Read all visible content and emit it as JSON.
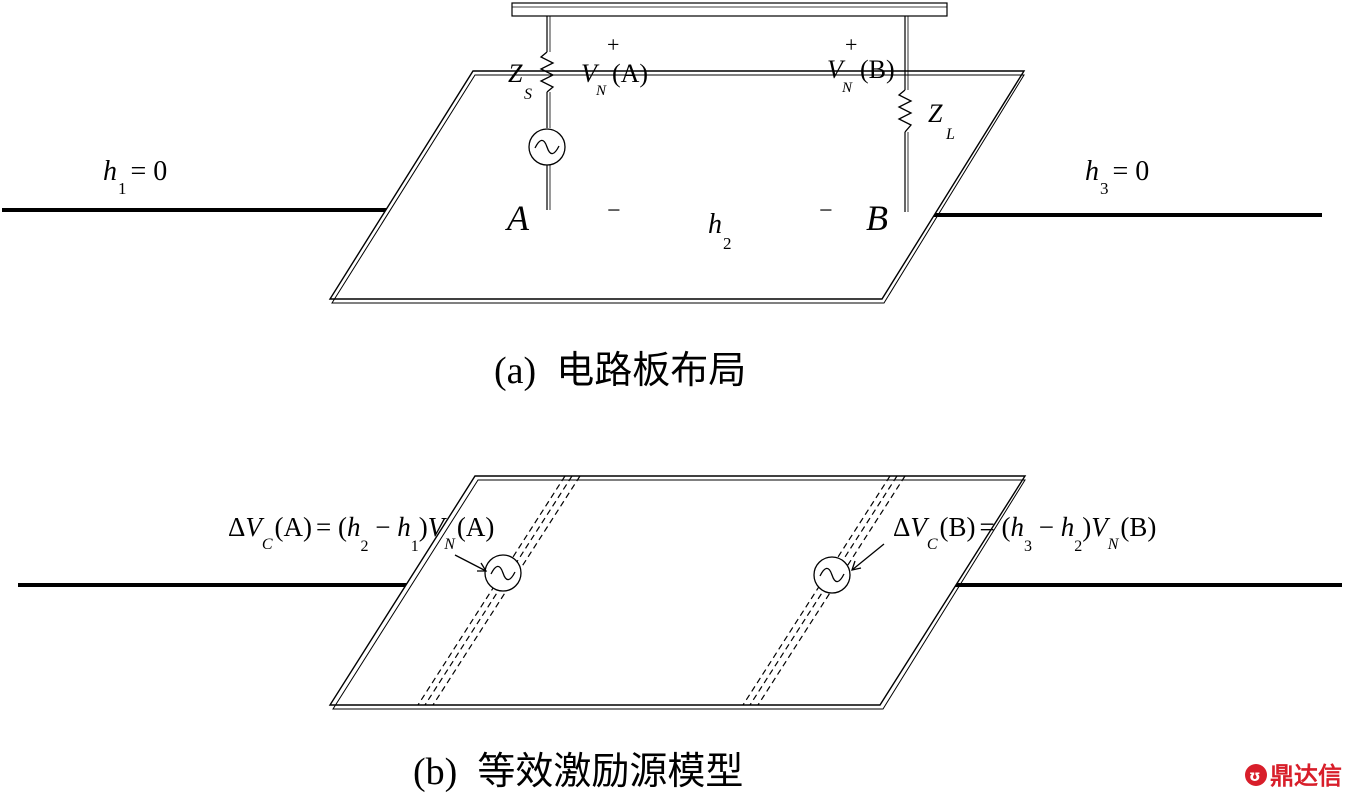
{
  "diagram_a": {
    "caption_prefix": "(a)",
    "caption_text": "电路板布局",
    "h1_var": "h",
    "h1_sub": "1",
    "h1_rest": "= 0",
    "h3_var": "h",
    "h3_sub": "3",
    "h3_rest": "= 0",
    "h2_var": "h",
    "h2_sub": "2",
    "node_a": "A",
    "node_b": "B",
    "zs_var": "Z",
    "zs_sub": "S",
    "zl_var": "Z",
    "zl_sub": "L",
    "vna_plus": "+",
    "vna_var": "V",
    "vna_sub": "N",
    "vna_arg": "(A)",
    "vnb_plus": "+",
    "vnb_var": "V",
    "vnb_sub": "N",
    "vnb_arg": "(B)",
    "minus_a": "−",
    "minus_b": "−"
  },
  "diagram_b": {
    "caption_prefix": "(b)",
    "caption_text": "等效激励源模型",
    "eq_a": {
      "delta": "Δ",
      "v": "V",
      "c": "C",
      "arg": "(A)",
      "eq": "= (",
      "h2": "h",
      "h2_sub": "2",
      "minus": " − ",
      "h1": "h",
      "h1_sub": "1",
      "close": ")",
      "vn": "V",
      "n": "N",
      "arg2": "(A)"
    },
    "eq_b": {
      "delta": "Δ",
      "v": "V",
      "c": "C",
      "arg": "(B)",
      "eq": "= (",
      "h3": "h",
      "h3_sub": "3",
      "minus": " − ",
      "h2": "h",
      "h2_sub": "2",
      "close": ")",
      "vn": "V",
      "n": "N",
      "arg2": "(B)"
    }
  },
  "watermark": {
    "icon": "ʊ",
    "text": "鼎达信",
    "color": "#d81e2a"
  }
}
